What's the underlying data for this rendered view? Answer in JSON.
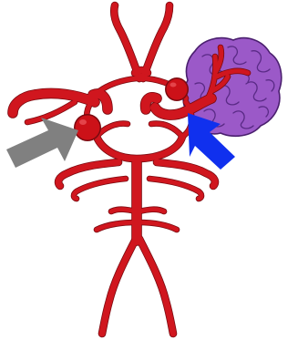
{
  "colors": {
    "background": "#ffffff",
    "vessel": "#d0161e",
    "vessel_outline": "#7a0a10",
    "vessel_highlight": "#ee5a5f",
    "aneurysm": "#cc1118",
    "mass_fill": "#9b59c8",
    "mass_outline": "#4a1f6e",
    "mass_gyri": "#5a2a86",
    "gray_arrow": "#808080",
    "blue_arrow": "#1030ee"
  },
  "diagram": {
    "structures": [
      "circle-of-willis",
      "left-aneurysm",
      "right-aneurysm",
      "vascular-malformation-mass"
    ],
    "arrows": [
      {
        "name": "gray-arrow",
        "points_to": "left-aneurysm"
      },
      {
        "name": "blue-arrow",
        "points_to": "right-aneurysm"
      }
    ]
  }
}
